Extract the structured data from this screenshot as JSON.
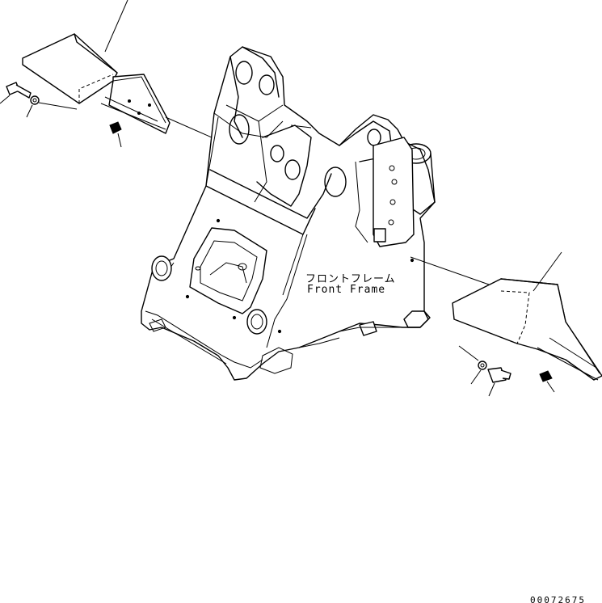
{
  "diagram": {
    "part_label_jp": "フロントフレーム",
    "part_label_en": "Front Frame",
    "drawing_code": "00072675"
  }
}
